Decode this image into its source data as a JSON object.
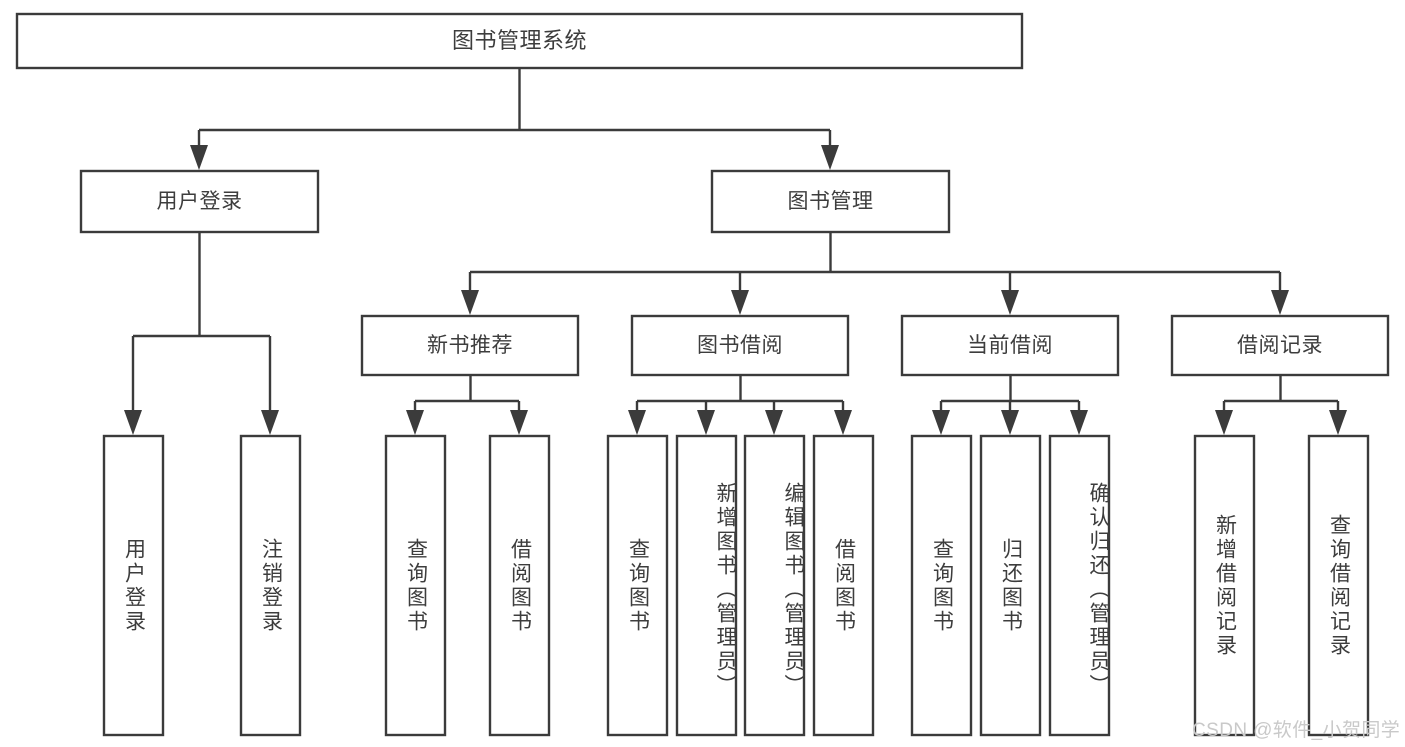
{
  "diagram": {
    "type": "tree-hierarchy",
    "title_node": {
      "id": "root",
      "label": "图书管理系统"
    },
    "level2": [
      {
        "id": "login",
        "label": "用户登录"
      },
      {
        "id": "bookmgmt",
        "label": "图书管理"
      }
    ],
    "level3": [
      {
        "id": "newbook",
        "label": "新书推荐",
        "parent": "bookmgmt"
      },
      {
        "id": "borrow",
        "label": "图书借阅",
        "parent": "bookmgmt"
      },
      {
        "id": "current",
        "label": "当前借阅",
        "parent": "bookmgmt"
      },
      {
        "id": "record",
        "label": "借阅记录",
        "parent": "bookmgmt"
      }
    ],
    "leaves": [
      {
        "id": "leaf-1",
        "label": "用户登录",
        "parent": "login"
      },
      {
        "id": "leaf-2",
        "label": "注销登录",
        "parent": "login"
      },
      {
        "id": "leaf-3",
        "label": "查询图书",
        "parent": "newbook"
      },
      {
        "id": "leaf-4",
        "label": "借阅图书",
        "parent": "newbook"
      },
      {
        "id": "leaf-5",
        "label": "查询图书",
        "parent": "borrow"
      },
      {
        "id": "leaf-6",
        "label": "新增图书（管理员）",
        "parent": "borrow"
      },
      {
        "id": "leaf-7",
        "label": "编辑图书（管理员）",
        "parent": "borrow"
      },
      {
        "id": "leaf-8",
        "label": "借阅图书",
        "parent": "borrow"
      },
      {
        "id": "leaf-9",
        "label": "查询图书",
        "parent": "current"
      },
      {
        "id": "leaf-10",
        "label": "归还图书",
        "parent": "current"
      },
      {
        "id": "leaf-11",
        "label": "确认归还（管理员）",
        "parent": "current"
      },
      {
        "id": "leaf-12",
        "label": "新增借阅记录",
        "parent": "record"
      },
      {
        "id": "leaf-13",
        "label": "查询借阅记录",
        "parent": "record"
      }
    ]
  },
  "watermark": {
    "text": "CSDN @软件_小贺同学"
  },
  "colors": {
    "stroke": "#3b3b3b",
    "box_fill": "#ffffff",
    "text": "#3d3d3d",
    "watermark": "#c9c9c9",
    "background": "#ffffff"
  }
}
